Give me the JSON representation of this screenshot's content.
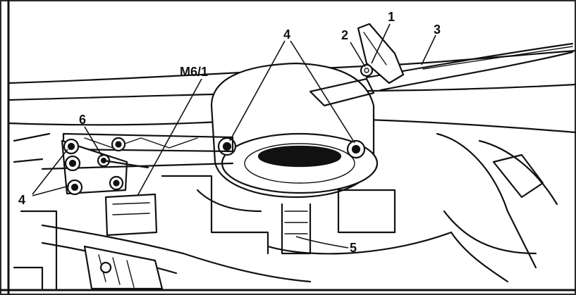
{
  "callouts": {
    "c1": "1",
    "c2": "2",
    "c3": "3",
    "c4_top": "4",
    "c4_left": "4",
    "c5": "5",
    "c6": "6",
    "m6_1": "M6/1"
  },
  "colors": {
    "ink": "#111111",
    "paper": "#ffffff",
    "frame": "#2a2a2a"
  }
}
